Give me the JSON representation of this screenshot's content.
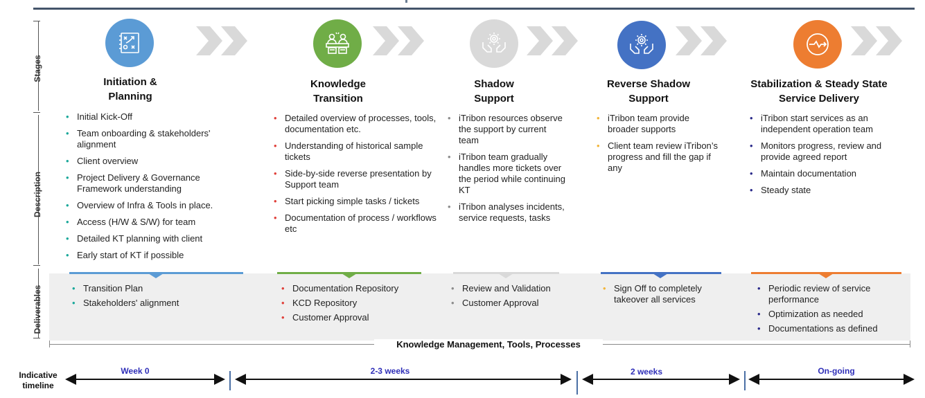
{
  "row_labels": {
    "stages": "Stages",
    "description": "Description",
    "deliverables": "Deliverables",
    "timeline": "Indicative timeline"
  },
  "stages": [
    {
      "title_line1": "Initiation &",
      "title_line2": "Planning",
      "icon": "strategy-board-icon",
      "color": "#5b9bd5",
      "bullet_color": "#1aa89a",
      "description": [
        "Initial Kick-Off",
        "Team onboarding & stakeholders' alignment",
        "Client overview",
        "Project Delivery & Governance Framework understanding",
        "Overview of Infra & Tools in place.",
        "Access (H/W & S/W) for team",
        "Detailed KT planning with client",
        "Early start of KT if possible"
      ],
      "deliverables": [
        "Transition Plan",
        "Stakeholders' alignment"
      ]
    },
    {
      "title_line1": "Knowledge",
      "title_line2": "Transition",
      "icon": "meeting-icon",
      "color": "#70ad47",
      "bullet_color": "#e0403a",
      "description": [
        "Detailed overview of processes, tools, documentation etc.",
        "Understanding of historical sample tickets",
        "Side-by-side reverse presentation by Support team",
        "Start picking simple tasks / tickets",
        "Documentation of process / workflows etc"
      ],
      "deliverables": [
        "Documentation Repository",
        "KCD Repository",
        "Customer Approval"
      ]
    },
    {
      "title_line1": "Shadow",
      "title_line2": "Support",
      "icon": "hands-gear-icon",
      "color": "#d9d9d9",
      "bullet_color": "#8c8c8c",
      "description": [
        "iTribon resources observe the support by current team",
        "iTribon team gradually handles more tickets over the period while continuing KT",
        "iTribon analyses incidents, service requests, tasks"
      ],
      "deliverables": [
        "Review and Validation",
        "Customer Approval"
      ]
    },
    {
      "title_line1": "Reverse Shadow",
      "title_line2": "Support",
      "icon": "hands-gear-icon",
      "color": "#4472c4",
      "bullet_color": "#f2b53a",
      "description": [
        "iTribon team provide broader supports",
        "Client team review iTribon’s progress and fill the gap if any"
      ],
      "deliverables": [
        "Sign Off to completely takeover all services"
      ]
    },
    {
      "title_line1": "Stabilization & Steady State",
      "title_line2": "Service Delivery",
      "icon": "steady-flow-icon",
      "color": "#ed7d31",
      "bullet_color": "#2a2a8a",
      "description": [
        "iTribon start services as an independent operation team",
        "Monitors progress, review and provide agreed report",
        "Maintain documentation",
        "Steady state"
      ],
      "deliverables": [
        "Periodic review of service performance",
        "Optimization as needed",
        "Documentations as defined"
      ]
    }
  ],
  "knowledge_management": "Knowledge Management, Tools, Processes",
  "timeline": [
    {
      "label": "Week 0"
    },
    {
      "label": "2-3 weeks"
    },
    {
      "label": "2 weeks"
    },
    {
      "label": "On-going"
    }
  ]
}
